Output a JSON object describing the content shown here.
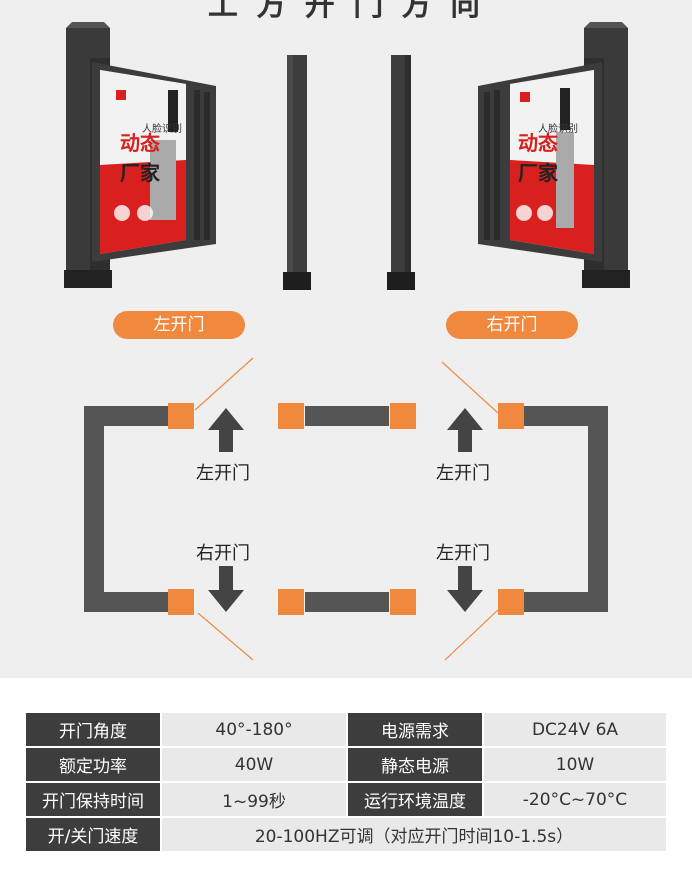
{
  "header": {
    "title_fragment": "工 方 开 门 方 向"
  },
  "gates": {
    "left_label": "左开门",
    "right_label": "右开门",
    "poster": {
      "headline_1": "动态",
      "headline_2": "厂家",
      "side_text": "人脸识别"
    }
  },
  "flow": {
    "labels": [
      {
        "text": "左开门"
      },
      {
        "text": "左开门"
      },
      {
        "text": "右开门"
      },
      {
        "text": "左开门"
      }
    ]
  },
  "specs": {
    "rows": [
      {
        "k1": "开门角度",
        "v1": "40°-180°",
        "k2": "电源需求",
        "v2": "DC24V 6A"
      },
      {
        "k1": "额定功率",
        "v1": "40W",
        "k2": "静态电源",
        "v2": "10W"
      },
      {
        "k1": "开门保持时间",
        "v1": "1~99秒",
        "k2": "运行环境温度",
        "v2": "-20°C~70°C"
      }
    ],
    "last_row": {
      "k": "开/关门速度",
      "v": "20-100HZ可调（对应开门时间10-1.5s）"
    }
  },
  "colors": {
    "accent": "#f0883e",
    "frame": "#555555",
    "dark": "#3d3d3d",
    "cell": "#e9e9e9"
  }
}
